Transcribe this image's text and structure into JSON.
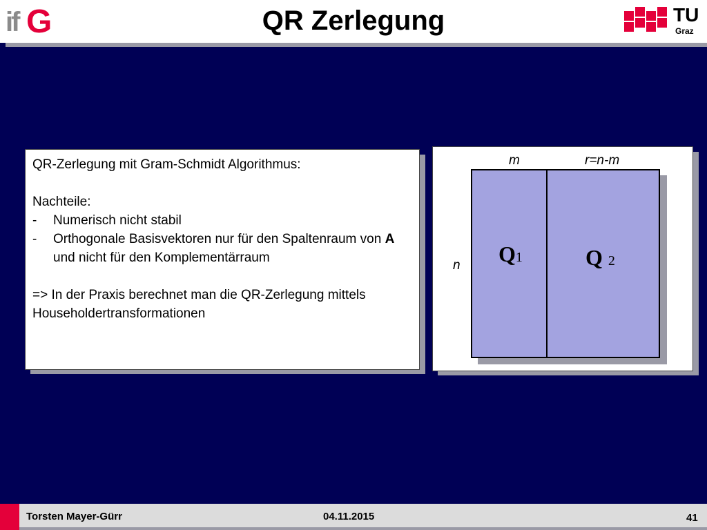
{
  "header": {
    "title": "QR Zerlegung",
    "logo_left_a": "if",
    "logo_left_b": "G",
    "logo_right_main": "TU",
    "logo_right_sub": "Graz"
  },
  "text_box": {
    "intro": "QR-Zerlegung mit Gram-Schmidt Algorithmus:",
    "heading": "Nachteile:",
    "items": [
      {
        "bullet": "-",
        "text": "Numerisch nicht stabil"
      },
      {
        "bullet": "-",
        "text_a": "Orthogonale Basisvektoren nur für den Spaltenraum von ",
        "bold": "A",
        "text_b": " und nicht für den Komplementärraum"
      }
    ],
    "conclusion": "=> In der Praxis berechnet man die QR-Zerlegung mittels Householdertransformationen"
  },
  "diagram": {
    "label_top_left": "m",
    "label_top_right": "r=n-m",
    "label_side": "n",
    "q1": {
      "main": "Q",
      "sub": "1"
    },
    "q2": {
      "main": "Q",
      "sub": "2"
    },
    "matrix_color": "#a3a3e0"
  },
  "footer": {
    "author": "Torsten Mayer-Gürr",
    "date": "04.11.2015",
    "page": "41"
  },
  "colors": {
    "background": "#000055",
    "accent_red": "#e4003a"
  }
}
